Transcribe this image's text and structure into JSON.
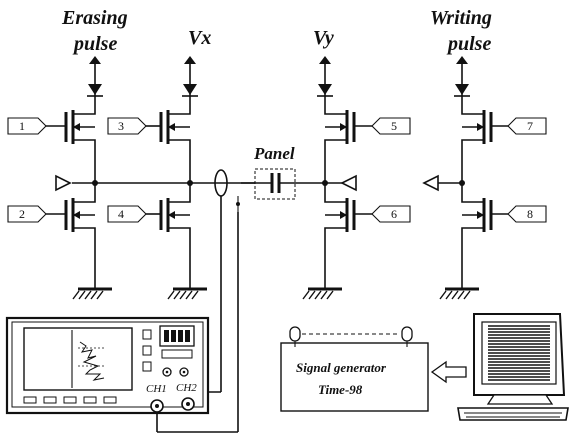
{
  "labels": {
    "erasing_pulse_line1": "Erasing",
    "erasing_pulse_line2": "pulse",
    "vx": "Vx",
    "vy": "Vy",
    "writing_pulse_line1": "Writing",
    "writing_pulse_line2": "pulse",
    "panel": "Panel",
    "generator_line1": "Signal generator",
    "generator_line2": "Time-98",
    "ch1": "CH1",
    "ch2": "CH2"
  },
  "gate_inputs": [
    "1",
    "2",
    "3",
    "4",
    "5",
    "6",
    "7",
    "8"
  ]
}
